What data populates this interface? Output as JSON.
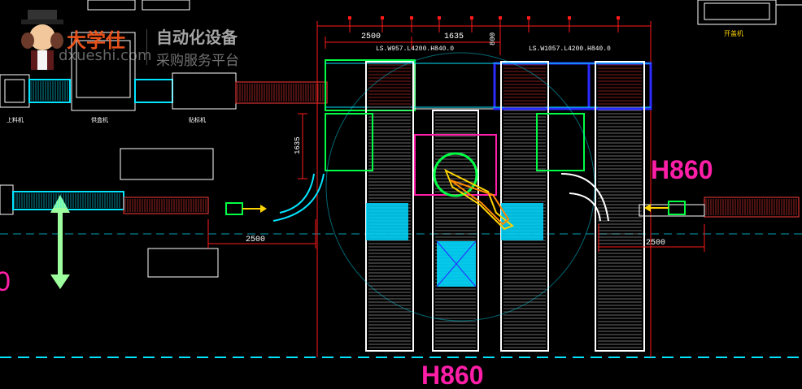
{
  "watermark": {
    "brand_cn": "大学仕",
    "brand_en": "dxueshi.com",
    "tagline_top": "自动化设备",
    "tagline_bottom": "采购服务平台"
  },
  "labels": {
    "height_right": "H860",
    "height_bottom": "H860",
    "height_left_cut": "0",
    "spec_left": "LS.W957.L4200.H840.0",
    "spec_right": "LS.W1057.L4200.H840.0",
    "top_right_caption": "开盖机",
    "left_caption_1": "上料机",
    "left_caption_2": "供盒机",
    "left_caption_3": "贴标机"
  },
  "dimensions": {
    "top_left": "2500",
    "top_mid": "1635",
    "top_vertical": "800",
    "side_vertical": "1635",
    "bottom_left": "2500",
    "bottom_right": "2500"
  },
  "colors": {
    "background": "#000000",
    "conveyor_white": "#ffffff",
    "conveyor_red": "#ff3b3b",
    "dim_red": "#ff1a1a",
    "cyan": "#00e5ff",
    "green": "#00ff44",
    "magenta": "#ff1ea8",
    "blue": "#2a2aff",
    "yellow": "#ffd400",
    "orange": "#ff8a00",
    "pale_green": "#9dff9d"
  }
}
